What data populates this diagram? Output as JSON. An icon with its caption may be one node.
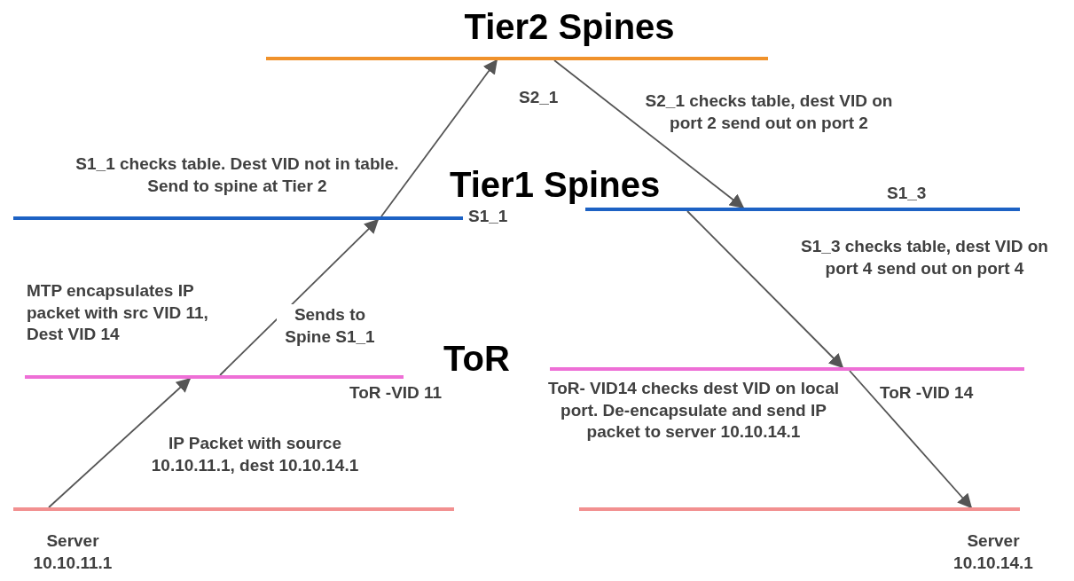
{
  "diagram": {
    "nodes": [
      {
        "text": [
          "S2_1"
        ],
        "beside": [
          "S2_1 checks table, dest VID on port 2 send out on port 2"
        ]
      },
      {
        "text": [
          "S1_1"
        ],
        "beside": [
          "S1_1 checks table. Dest VID not in table. Send to spine at Tier 2"
        ]
      },
      {
        "text": [
          "S1_3"
        ],
        "beside": [
          "S1_3 checks table, dest VID on port 4 send out on port 4"
        ]
      },
      {
        "text": [
          "ToR -VID 11"
        ],
        "beside": [
          "MTP encapsulates IP packet with src VID 11, Dest VID 14"
        ]
      },
      {
        "text": [
          "ToR -VID 14"
        ],
        "beside": [
          "ToR- VID14 checks dest VID on local port. De-encapsulate and send IP packet to server 10.10.14.1"
        ]
      },
      {
        "text": [
          "Server 10.10.11.1"
        ]
      },
      {
        "text": [
          "Server 10.10.14.1"
        ]
      }
    ],
    "edges": [
      {
        "from": 5,
        "to": 3,
        "arrow": "to",
        "label": "IP Packet with source 10.10.11.1, dest 10.10.14.1"
      },
      {
        "from": 3,
        "to": 1,
        "arrow": "to",
        "label": "Sends to Spine S1_1"
      },
      {
        "from": 1,
        "to": 0,
        "arrow": "to"
      },
      {
        "from": 0,
        "to": 2,
        "arrow": "to"
      },
      {
        "from": 2,
        "to": 4,
        "arrow": "to"
      },
      {
        "from": 4,
        "to": 6,
        "arrow": "to"
      }
    ],
    "labels": [
      "Tier2 Spines",
      "Tier1 Spines",
      "ToR"
    ]
  }
}
